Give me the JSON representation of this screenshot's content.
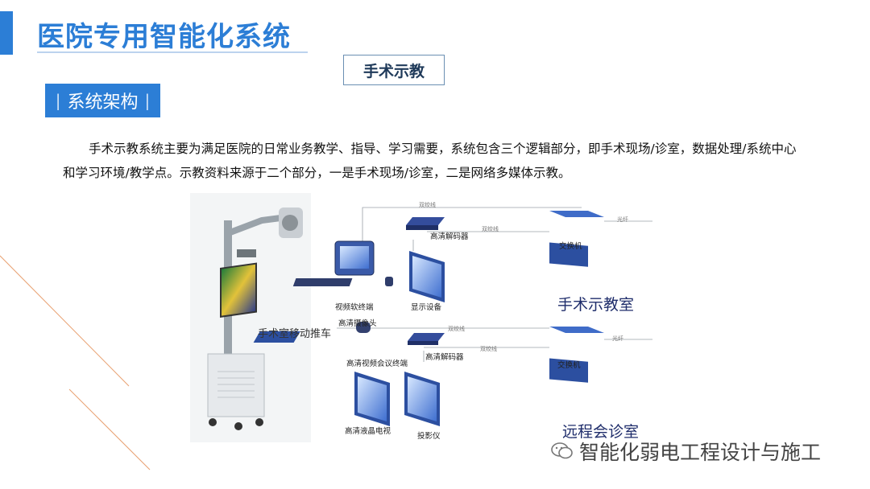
{
  "header": {
    "title": "医院专用智能化系统",
    "section": "手术示教",
    "arch_label": "系统架构",
    "arch_sep": "|"
  },
  "body": {
    "paragraph": "手术示教系统主要为满足医院的日常业务教学、指导、学习需要，系统包含三个逻辑部分，即手术现场/诊室，数据处理/系统中心和学习环境/教学点。示教资料来源于二个部分，一是手术现场/诊室，二是网络多媒体示教。"
  },
  "diagram": {
    "cart_label": "手术室移动推车",
    "rooms": {
      "surgery": "手术示教室",
      "remote": "远程会诊室"
    },
    "top_group": {
      "pc_label": "视频软终端",
      "decoder_label": "高清解码器",
      "display_label": "显示设备",
      "switch_label": "交换机",
      "cable_twisted": "双绞线",
      "cable_twisted_2": "双绞线",
      "cable_fiber": "光纤"
    },
    "bottom_group": {
      "camera_label": "高清摄像头",
      "terminal_label": "高清视频会议终端",
      "decoder_label": "高清解码器",
      "tv_label": "高清液晶电视",
      "projector_label": "投影仪",
      "switch_label": "交换机",
      "cable_twisted": "双绞线",
      "cable_twisted_2": "双绞线",
      "cable_fiber": "光纤"
    }
  },
  "watermark": {
    "text": "智能化弱电工程设计与施工",
    "icon": "wechat-icon"
  },
  "colors": {
    "accent": "#2c7ed6",
    "title": "#2c7ed6",
    "room_text": "#1f2d6b",
    "device_blue": "#2c4fa0"
  }
}
